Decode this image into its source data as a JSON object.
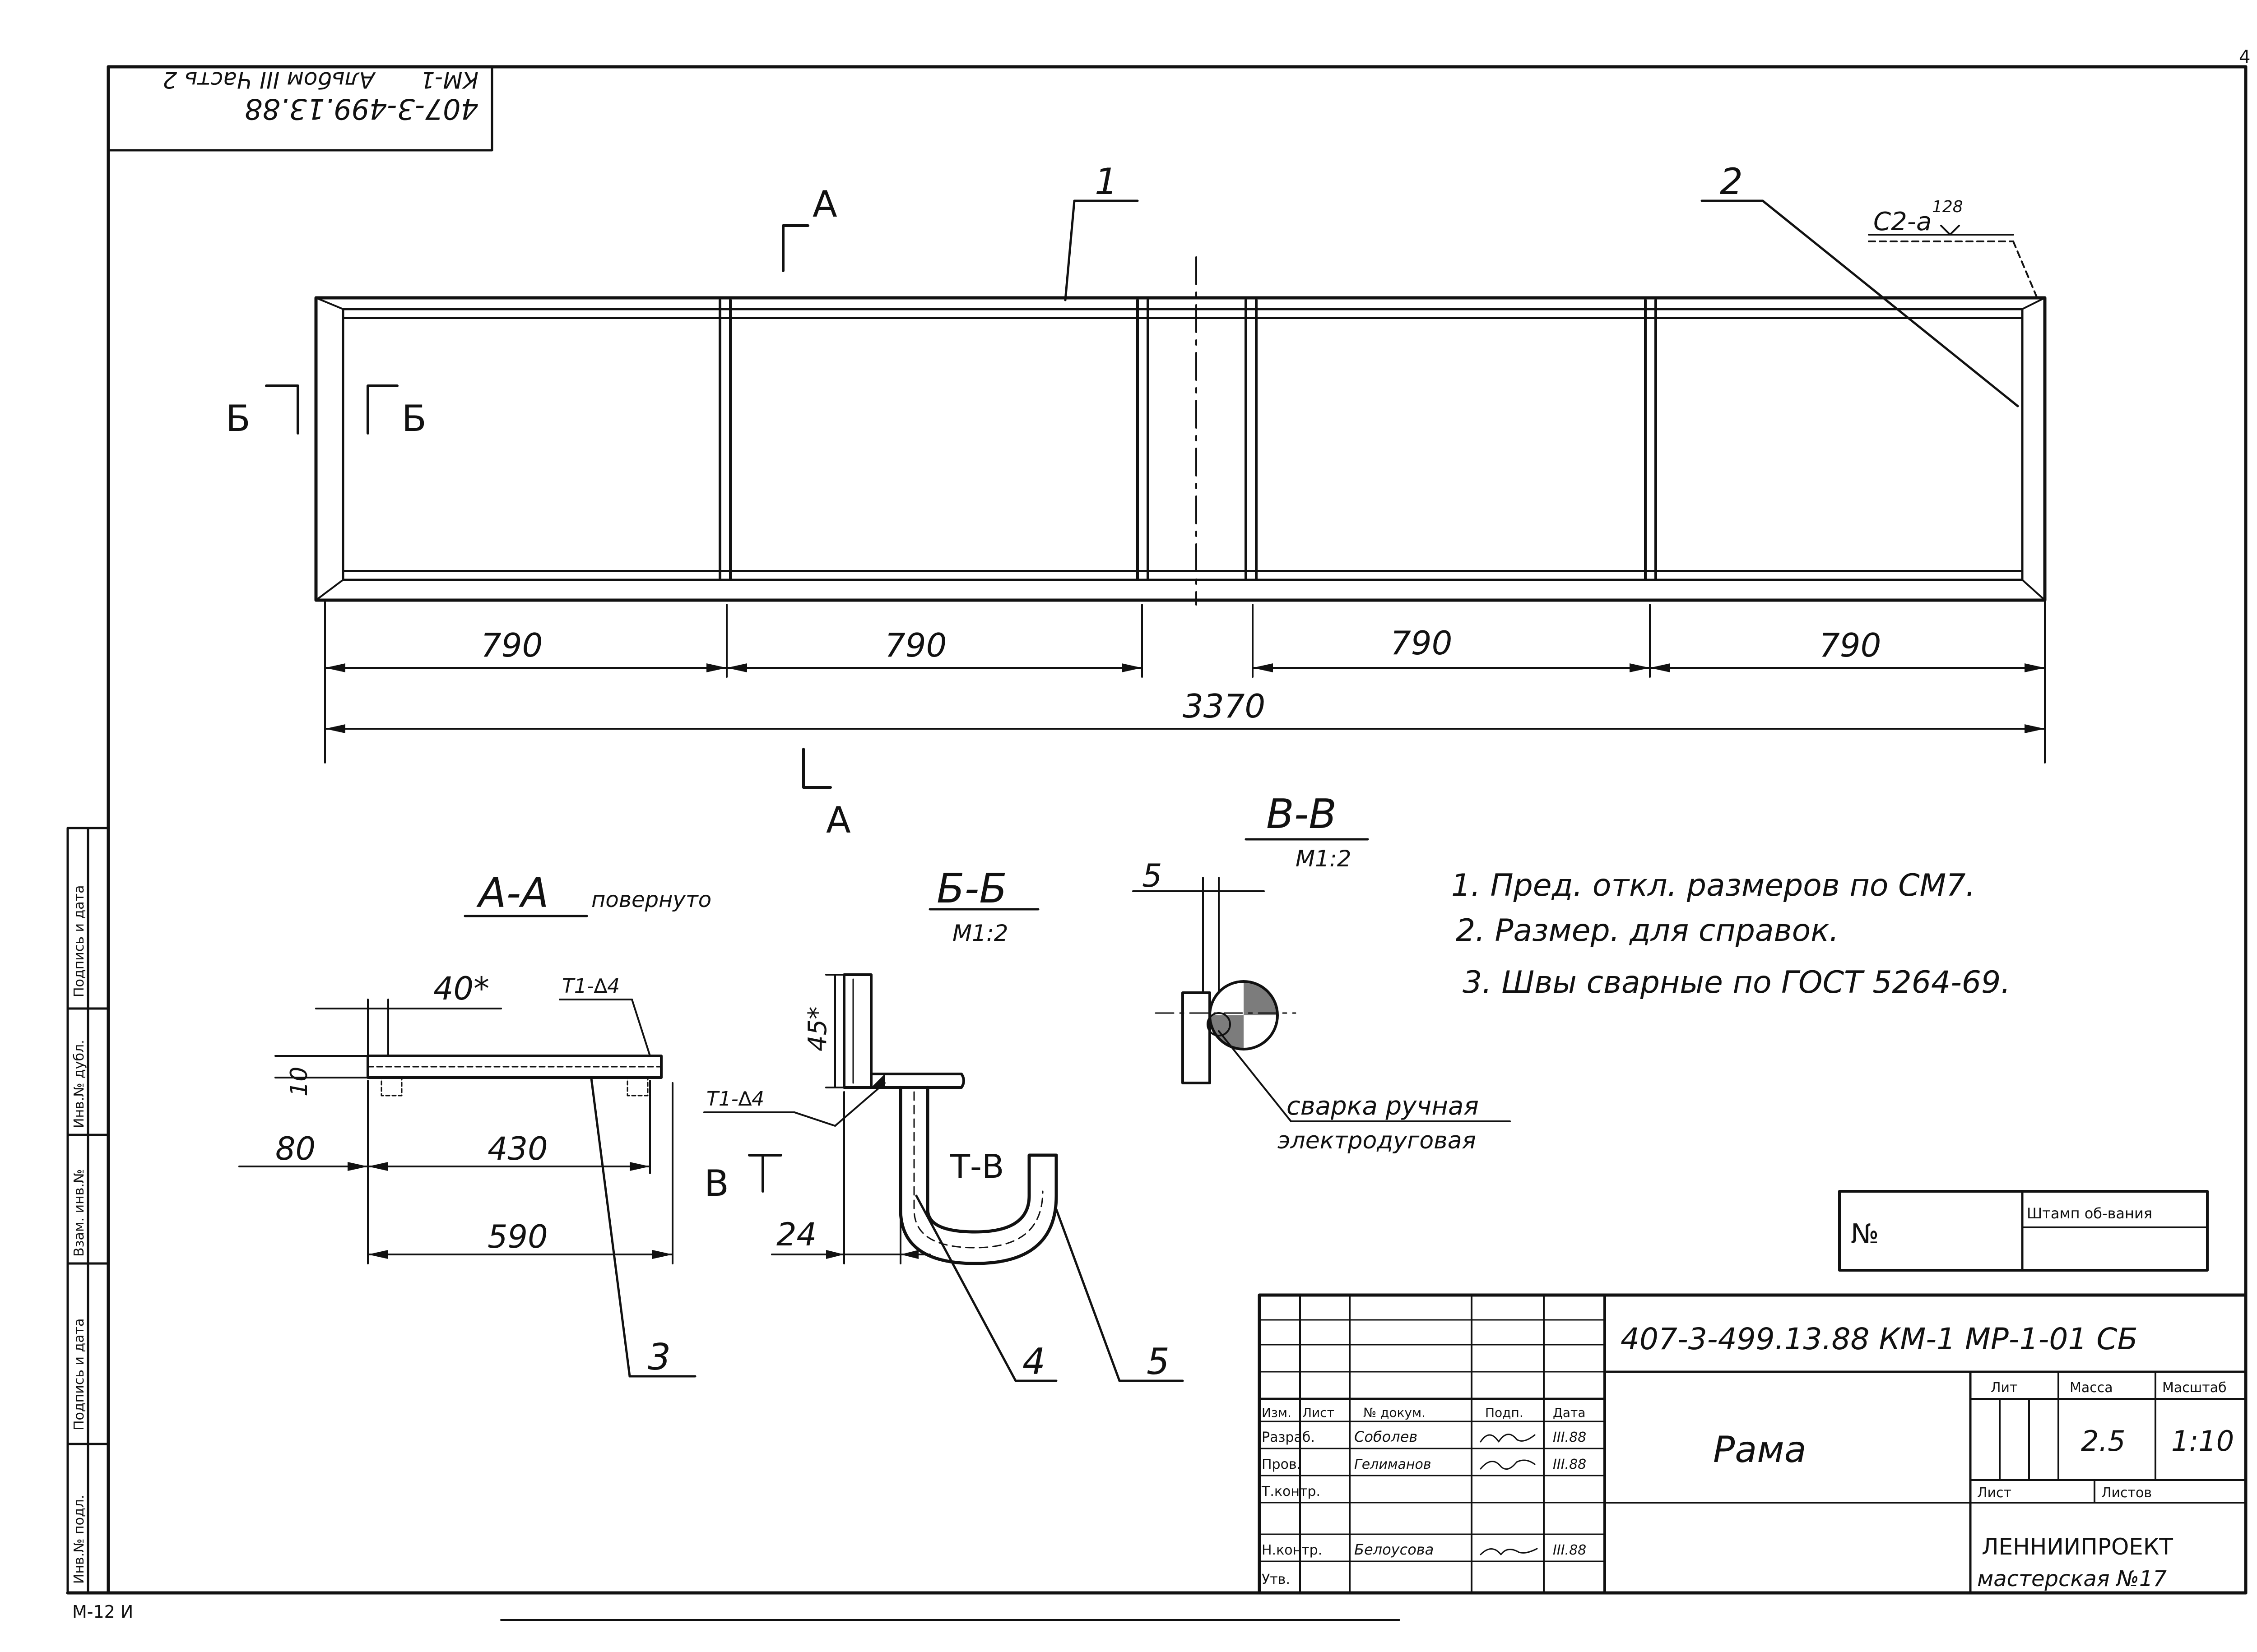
{
  "sheet": {
    "sheet_number": "4",
    "corner_stamp": {
      "line1": "407-3-499.13.88",
      "line2": "Альбом III Часть 2",
      "line3": "КМ-1"
    },
    "format_mark": "М-12 И"
  },
  "main_view": {
    "positions": {
      "p1": "1",
      "p2": "2"
    },
    "section_a_top": "А",
    "section_a_bottom": "А",
    "section_b_left": "Б",
    "section_b_right": "Б",
    "weld_callout": "С2-а",
    "weld_callout_sup": "128",
    "dimensions": {
      "span1": "790",
      "span2": "790",
      "span3": "790",
      "span4": "790",
      "overall": "3370"
    }
  },
  "section_aa": {
    "title": "А-А",
    "note": "повернуто",
    "weld_mark": "Т1-∆4",
    "height": "10",
    "dim_40": "40*",
    "dim_80": "80",
    "dim_430": "430",
    "dim_590": "590",
    "position": "3"
  },
  "section_bb": {
    "title": "Б-Б",
    "scale": "М1:2",
    "dim_45": "45*",
    "weld_mark": "Т1-∆4",
    "section_v_label": "В",
    "section_v_label2": "Т-В",
    "dim_24": "24",
    "position4": "4",
    "position5": "5"
  },
  "section_vv": {
    "title": "В-В",
    "scale": "М1:2",
    "dim_5": "5",
    "callout_line1": "сварка ручная",
    "callout_line2": "электродуговая"
  },
  "notes": [
    "1. Пред. откл. размеров по СМ7.",
    "2. Размер. для справок.",
    "3. Швы сварные по ГОСТ 5264-69."
  ],
  "small_table": {
    "no_label": "№",
    "stamp_text": "Штамп об-вания"
  },
  "left_strip": {
    "cells": [
      "Подпись и дата",
      "Инв.№ дубл.",
      "Взам. инв.№",
      "Подпись и дата",
      "Инв.№ подл."
    ]
  },
  "title_block": {
    "designation": "407-3-499.13.88   КМ-1   МР-1-01  СБ",
    "name": "Рама",
    "col_headers": [
      "Изм.",
      "Лист",
      "№ докум.",
      "Подп.",
      "Дата"
    ],
    "rows": [
      {
        "role": "Разраб.",
        "name": "Соболев",
        "sign": "",
        "date": "III.88"
      },
      {
        "role": "Пров.",
        "name": "Гелиманов",
        "sign": "",
        "date": "III.88"
      },
      {
        "role": "Т.контр.",
        "name": "",
        "sign": "",
        "date": ""
      },
      {
        "role": "Н.контр.",
        "name": "Белоусова",
        "sign": "",
        "date": "III.88"
      },
      {
        "role": "Утв.",
        "name": "",
        "sign": "",
        "date": ""
      }
    ],
    "lit_label": "Лит",
    "mass_label": "Масса",
    "scale_label": "Масштаб",
    "mass": "2.5",
    "scale": "1:10",
    "sheet_label": "Лист",
    "sheets_label": "Листов",
    "organization": "ЛЕННИИПРОЕКТ",
    "workshop": "мастерская №17"
  }
}
